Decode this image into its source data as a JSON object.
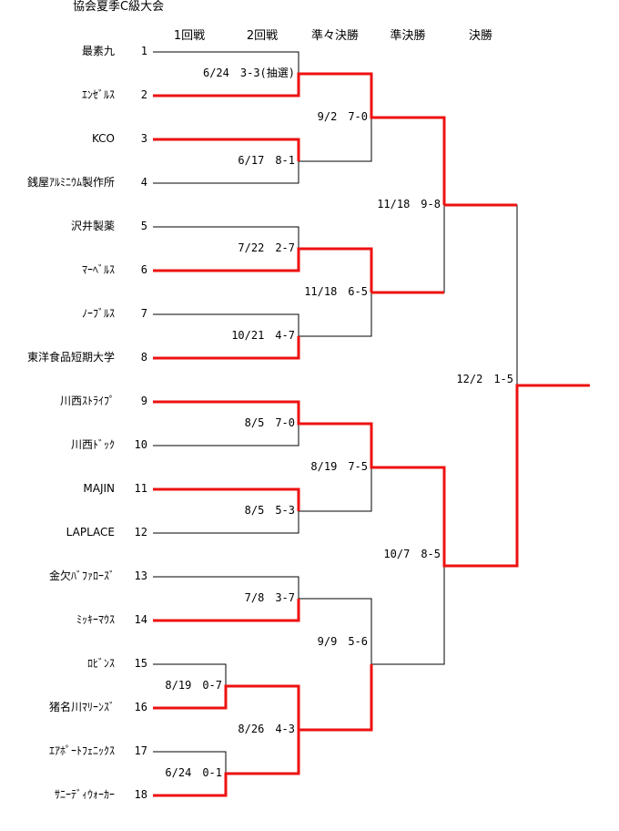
{
  "title": "協会夏季C級大会",
  "rounds": [
    "1回戦",
    "2回戦",
    "準々決勝",
    "準決勝",
    "決勝"
  ],
  "teams": [
    {
      "name": "最素九",
      "seed": "1"
    },
    {
      "name": "ｴﾝｾﾞﾙｽ",
      "seed": "2"
    },
    {
      "name": "KCO",
      "seed": "3"
    },
    {
      "name": "銭屋ｱﾙﾐﾆｳﾑ製作所",
      "seed": "4"
    },
    {
      "name": "沢井製薬",
      "seed": "5"
    },
    {
      "name": "ﾏｰﾍﾞﾙｽ",
      "seed": "6"
    },
    {
      "name": "ﾉｰﾌﾞﾙｽ",
      "seed": "7"
    },
    {
      "name": "東洋食品短期大学",
      "seed": "8"
    },
    {
      "name": "川西ｽﾄﾗｲﾌﾟ",
      "seed": "9"
    },
    {
      "name": "川西ﾄﾞｯｸ",
      "seed": "10"
    },
    {
      "name": "MAJIN",
      "seed": "11"
    },
    {
      "name": "LAPLACE",
      "seed": "12"
    },
    {
      "name": "金欠ﾊﾞﾌｧﾛｰｽﾞ",
      "seed": "13"
    },
    {
      "name": "ﾐｯｷｰﾏｳｽ",
      "seed": "14"
    },
    {
      "name": "ﾛﾋﾞﾝｽ",
      "seed": "15"
    },
    {
      "name": "猪名川ﾏﾘｰﾝｽﾞ",
      "seed": "16"
    },
    {
      "name": "ｴｱﾎﾟｰﾄﾌｪﾆｯｸｽ",
      "seed": "17"
    },
    {
      "name": "ｻﾆｰﾃﾞｨｳｫｰｶｰ",
      "seed": "18"
    }
  ],
  "results": {
    "r1_15_16": "8/19　0-7",
    "r1_17_18": "6/24　0-1",
    "r2_1_2": "6/24　3-3(抽選)",
    "r2_3_4": "6/17　8-1",
    "r2_5_6": "7/22　2-7",
    "r2_7_8": "10/21　4-7",
    "r2_9_10": "8/5　7-0",
    "r2_11_12": "8/5　5-3",
    "r2_13_14": "7/8　3-7",
    "r2_w1516_w1718": "8/26　4-3",
    "qf_1": "9/2　7-0",
    "qf_2": "11/18　6-5",
    "qf_3": "8/19　7-5",
    "qf_4": "9/9　5-6",
    "sf_1": "11/18　9-8",
    "sf_2": "10/7　8-5",
    "final": "12/2　1-5"
  },
  "colors": {
    "winner_line": "#ee1111",
    "loser_line": "#000000"
  }
}
